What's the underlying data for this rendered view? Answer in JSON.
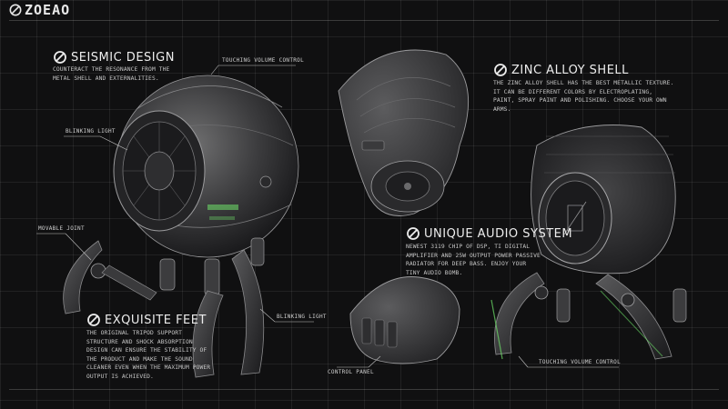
{
  "brand": {
    "name": "ZOEAO"
  },
  "features": {
    "seismic": {
      "title": "SEISMIC DESIGN",
      "text": "COUNTERACT THE RESONANCE FROM THE METAL SHELL AND EXTERNALITIES."
    },
    "zinc": {
      "title": "ZINC ALLOY SHELL",
      "text": "THE ZINC ALLOY SHELL HAS THE BEST METALLIC TEXTURE. IT CAN BE DIFFERENT COLORS BY ELECTROPLATING, PAINT, SPRAY PAINT AND POLISHING. CHOOSE YOUR OWN ARMS."
    },
    "audio": {
      "title": "UNIQUE AUDIO SYSTEM",
      "text": "NEWEST 3119 CHIP OF DSP, TI DIGITAL AMPLIFIER AND 25W OUTPUT POWER PASSIVE RADIATOR FOR DEEP BASS. ENJOY YOUR TINY AUDIO BOMB."
    },
    "feet": {
      "title": "EXQUISITE FEET",
      "text": "THE ORIGINAL TRIPOD SUPPORT STRUCTURE AND SHOCK ABSORPTION DESIGN CAN ENSURE THE STABILITY OF THE PRODUCT AND MAKE THE SOUND CLEANER EVEN WHEN THE MAXIMUM POWER OUTPUT IS ACHIEVED."
    }
  },
  "callouts": {
    "touching_volume_top": "TOUCHING VOLUME CONTROL",
    "blinking_light_left": "BLINKING LIGHT",
    "movable_joint": "MOVABLE JOINT",
    "blinking_light_bottom": "BLINKING LIGHT",
    "control_panel": "CONTROL PANEL",
    "touching_volume_bottom": "TOUCHING VOLUME CONTROL"
  },
  "icons": {
    "brand": "zoeao-logo-icon",
    "feature_bullet": "slashed-circle-icon"
  },
  "colors": {
    "background": "#101011",
    "accent_green": "#6fe36a",
    "text": "#d9d9d9"
  }
}
